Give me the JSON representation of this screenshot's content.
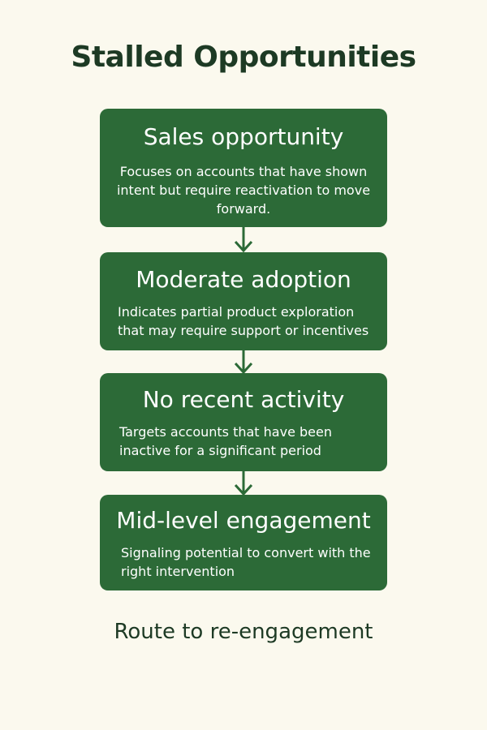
{
  "title": "Stalled Opportunities",
  "steps": [
    {
      "title": "Sales opportunity",
      "description": "Focuses on accounts that have shown intent but require reactivation to move forward."
    },
    {
      "title": "Moderate adoption",
      "description": "Indicates partial product exploration that may require support or incentives"
    },
    {
      "title": "No recent activity",
      "description": "Targets accounts that have been inactive for a significant period"
    },
    {
      "title": "Mid-level engagement",
      "description": "Signaling potential to convert with the right intervention"
    }
  ],
  "footer": "Route to re-engagement",
  "colors": {
    "background": "#fbf9ee",
    "box": "#2c6a37",
    "text_dark": "#1d3a24",
    "arrow": "#2c6a37"
  }
}
